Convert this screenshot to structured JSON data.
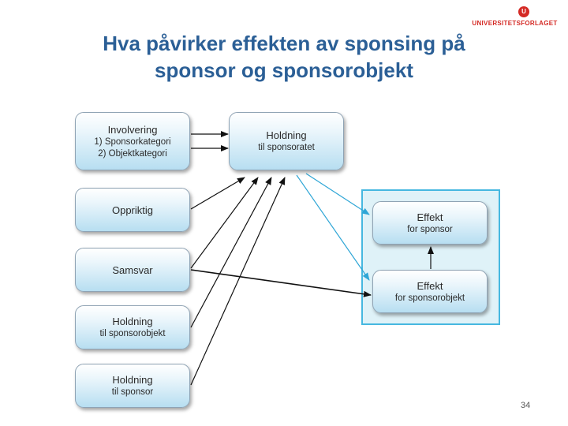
{
  "logo": {
    "mark": "U",
    "text": "UNIVERSITETSFORLAGET",
    "color": "#d42a25"
  },
  "slide": {
    "title_line1": "Hva påvirker effekten av sponsing på",
    "title_line2": "sponsor og sponsorobjekt",
    "page_number": "34"
  },
  "diagram": {
    "involvering": {
      "label": "Involvering",
      "item1": "1) Sponsorkategori",
      "item2": "2) Objektkategori"
    },
    "holdning_sponsoratet": {
      "label": "Holdning",
      "sub": "til sponsoratet"
    },
    "oppriktig": {
      "label": "Oppriktig"
    },
    "samsvar": {
      "label": "Samsvar"
    },
    "holdning_sponsorobjekt": {
      "label": "Holdning",
      "sub": "til sponsorobjekt"
    },
    "holdning_sponsor": {
      "label": "Holdning",
      "sub": "til sponsor"
    },
    "effekt_sponsor": {
      "label": "Effekt",
      "sub": "for sponsor"
    },
    "effekt_sponsorobjekt": {
      "label": "Effekt",
      "sub": "for sponsorobjekt"
    }
  },
  "colors": {
    "title": "#2b5f96",
    "panel_fill": "#dff2f8",
    "panel_border": "#46b8e0",
    "arrow_dark": "#111111",
    "arrow_blue": "#2fa6d6"
  }
}
